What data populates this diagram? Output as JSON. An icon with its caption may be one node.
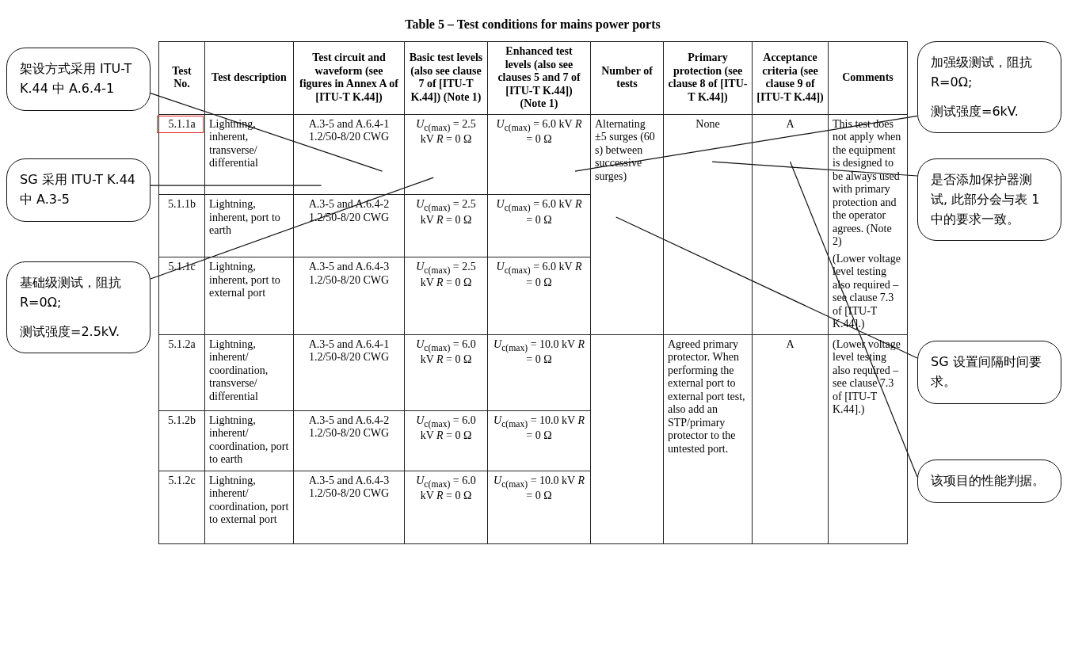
{
  "diagram": {
    "title": "Table 5 – Test conditions for mains power ports",
    "nodes": [
      {
        "text": [
          "架设方式采用 ITU-T K.44 中 A.6.4-1"
        ]
      },
      {
        "text": [
          "加强级测试，阻抗 R=0Ω;",
          "测试强度=6kV."
        ]
      },
      {
        "text": [
          "是否添加保护器测试, 此部分会与表 1 中的要求一致。"
        ]
      },
      {
        "text": [
          "SG 采用 ITU-T K.44 中 A.3-5"
        ]
      },
      {
        "text": [
          "基础级测试，阻抗 R=0Ω;",
          "测试强度=2.5kV."
        ]
      },
      {
        "text": [
          "SG 设置间隔时间要求。"
        ]
      },
      {
        "text": [
          "该项目的性能判据。"
        ]
      }
    ],
    "edges": [
      {
        "from": 0,
        "to": null,
        "arrow": "none"
      },
      {
        "from": 1,
        "to": null,
        "arrow": "none"
      },
      {
        "from": 2,
        "to": null,
        "arrow": "none"
      },
      {
        "from": 3,
        "to": null,
        "arrow": "none"
      },
      {
        "from": 4,
        "to": null,
        "arrow": "none"
      },
      {
        "from": 5,
        "to": null,
        "arrow": "none"
      },
      {
        "from": 6,
        "to": null,
        "arrow": "none"
      }
    ],
    "labels": [
      "Test No.",
      "Test description",
      "Test circuit and waveform (see figures in Annex A of [ITU-T K.44])",
      "Basic test levels (also see clause 7 of [ITU-T K.44]) (Note 1)",
      "Enhanced test levels (also see clauses 5 and 7 of [ITU-T K.44]) (Note 1)",
      "Number of tests",
      "Primary protection (see clause 8 of [ITU-T K.44])",
      "Acceptance criteria (see clause 9 of [ITU-T K.44])",
      "Comments",
      "5.1.1a",
      "Lightning, inherent, transverse/ differential",
      "A.3-5 and A.6.4-1 1.2/50-8/20 CWG",
      "*U*$_{c(max)}$ = 2.5 kV *R* = 0 Ω",
      "*U*$_{c(max)}$ = 6.0 kV *R* = 0 Ω",
      "Alternating ±5 surges (60 s) between successive surges)",
      "None",
      "A",
      "This test does not apply when the equipment is designed to be always used with primary protection and the operator agrees. (Note 2)",
      "(Lower voltage level testing also required – see clause 7.3 of [ITU-T K.44].)",
      "5.1.1b",
      "Lightning, inherent, port to earth",
      "A.3-5 and A.6.4-2 1.2/50-8/20 CWG",
      "*U*$_{c(max)}$ = 2.5 kV *R* = 0 Ω",
      "*U*$_{c(max)}$ = 6.0 kV *R* = 0 Ω",
      "5.1.1c",
      "Lightning, inherent, port to external port",
      "A.3-5 and A.6.4-3 1.2/50-8/20 CWG",
      "*U*$_{c(max)}$ = 2.5 kV *R* = 0 Ω",
      "*U*$_{c(max)}$ = 6.0 kV *R* = 0 Ω",
      "5.1.2a",
      "Lightning, inherent/ coordination, transverse/ differential",
      "A.3-5 and A.6.4-1 1.2/50-8/20 CWG",
      "*U*$_{c(max)}$ = 6.0 kV *R* = 0 Ω",
      "*U*$_{c(max)}$ = 10.0 kV *R* = 0 Ω",
      "Agreed primary protector. When performing the external port to external port test, also add an STP/primary protector to the untested port.",
      "A",
      "(Lower voltage level testing also required – see clause 7.3 of [ITU-T K.44].)",
      "5.1.2b",
      "Lightning, inherent/ coordination, port to earth",
      "A.3-5 and A.6.4-2 1.2/50-8/20 CWG",
      "*U*$_{c(max)}$ = 6.0 kV *R* = 0 Ω",
      "*U*$_{c(max)}$ = 10.0 kV *R* = 0 Ω",
      "5.1.2c",
      "Lightning, inherent/ coordination, port to external port",
      "A.3-5 and A.6.4-3 1.2/50-8/20 CWG",
      "*U*$_{c(max)}$ = 6.0 kV *R* = 0 Ω",
      "*U*$_{c(max)}$ = 10.0 kV *R* = 0 Ω"
    ]
  }
}
